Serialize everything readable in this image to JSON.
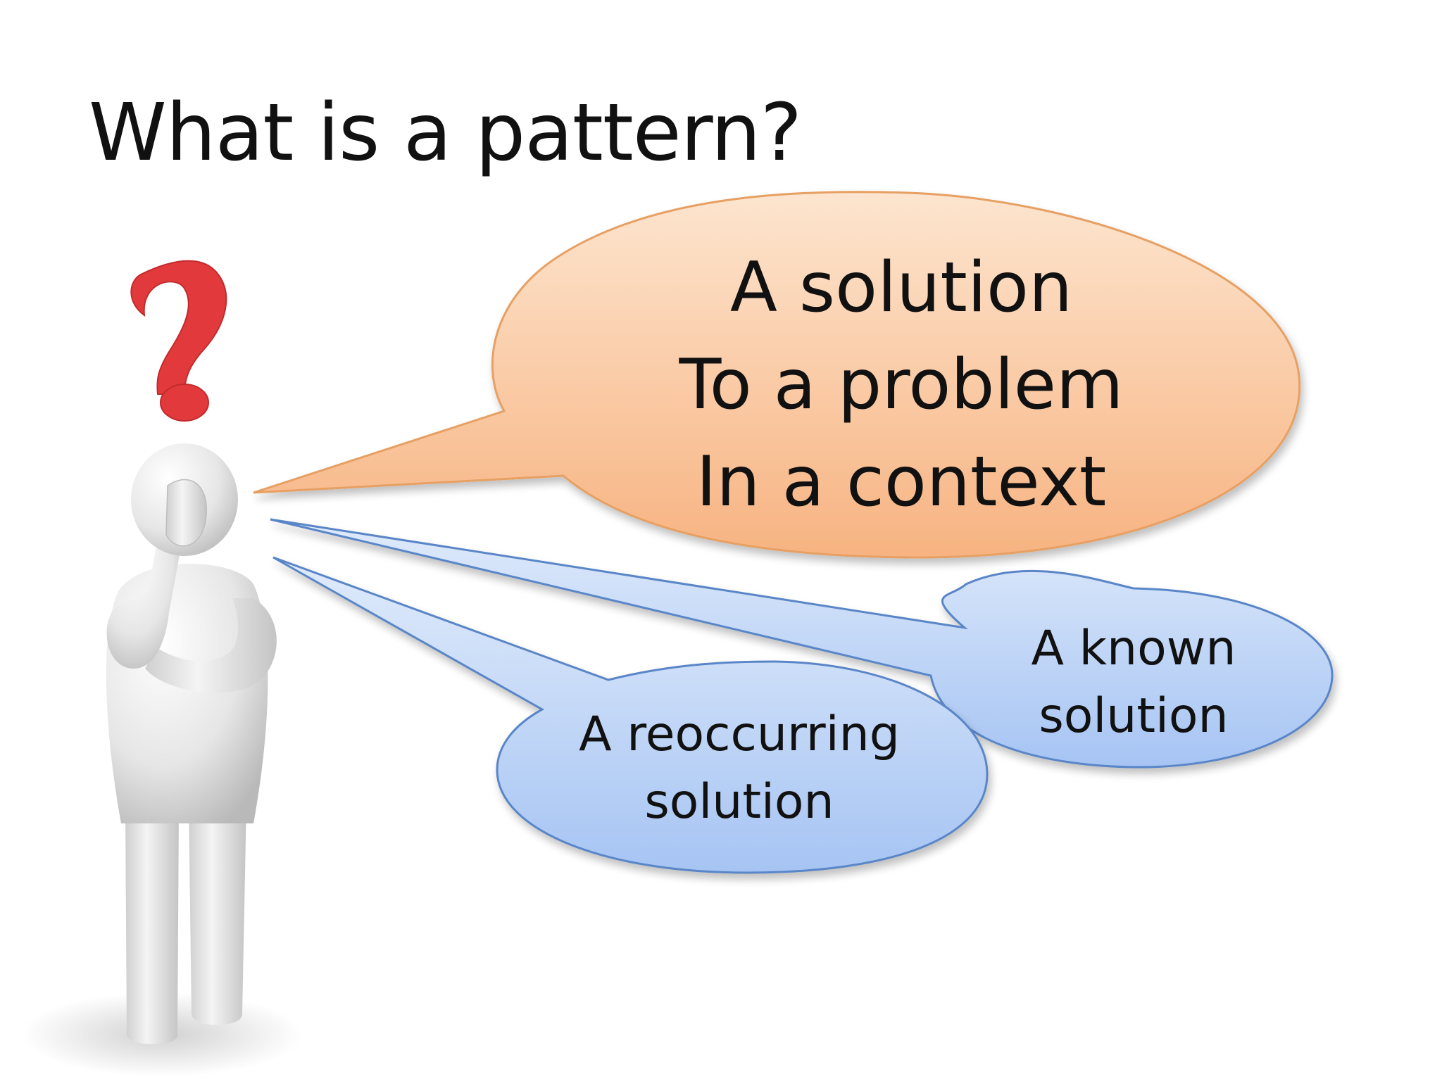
{
  "slide": {
    "title": "What is a pattern?"
  },
  "bubbles": {
    "main": {
      "lines": [
        "A solution",
        "To a problem",
        "In a context"
      ],
      "fill_top": "#fde2c8",
      "fill_bottom": "#f8b888",
      "stroke": "#e49a5c"
    },
    "known": {
      "lines": [
        "A known",
        "solution"
      ],
      "fill_top": "#dbe8fb",
      "fill_bottom": "#a9c7f4",
      "stroke": "#4f7fc4"
    },
    "reoccurring": {
      "lines": [
        "A reoccurring",
        "solution"
      ],
      "fill_top": "#dbe8fb",
      "fill_bottom": "#a9c7f4",
      "stroke": "#4f7fc4"
    }
  },
  "figure": {
    "icon": "thinking-person-icon",
    "question_icon": "question-mark-icon",
    "question_color": "#e5383b"
  }
}
